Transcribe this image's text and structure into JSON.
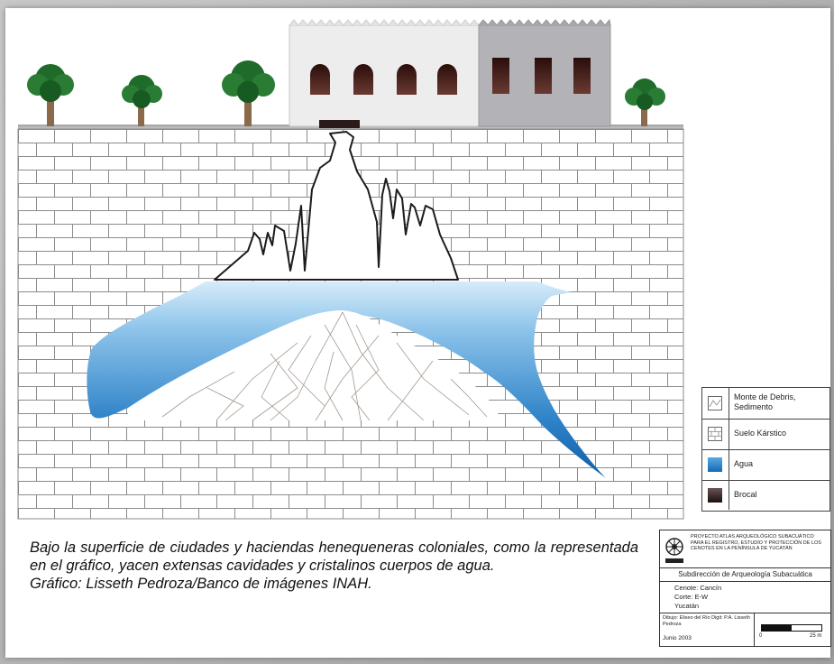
{
  "legend": {
    "items": [
      {
        "label": "Monte de Debris, Sedimento",
        "swatch": "debris"
      },
      {
        "label": "Suelo Kárstico",
        "swatch": "karst"
      },
      {
        "label": "Agua",
        "swatch": "water",
        "color": "#1f7fc4"
      },
      {
        "label": "Brocal",
        "swatch": "brocal",
        "color": "#2a1a1a"
      }
    ]
  },
  "caption": {
    "main": "Bajo la superficie de ciudades y haciendas henequeneras coloniales, como la representada en el gráfico, yacen extensas cavidades y cristalinos cuerpos de agua.",
    "credit": "Gráfico: Lisseth Pedroza/Banco de imágenes INAH."
  },
  "title_block": {
    "project": "PROYECTO ATLAS ARQUEOLÓGICO SUBACUÁTICO PARA EL REGISTRO, ESTUDIO Y PROTECCIÓN DE LOS CENOTES EN LA PENÍNSULA DE YUCATÁN",
    "department": "Subdirección de Arqueología Subacuática",
    "cenote": "Cenote: Cancín",
    "corte": "Corte: E-W",
    "state": "Yucatán",
    "credits": "Dibujo: Eliseo del Río  Digit: P.A. Lisseth Pedroza",
    "date": "Junio 2003",
    "scale_start": "0",
    "scale_end": "25 m"
  },
  "colors": {
    "water_top": "#cfe6f7",
    "water_deep": "#1369b5",
    "tree_green": "#1f6b2a",
    "trunk": "#8a6a4b",
    "hacienda_wall": "#ececec",
    "hacienda_annex": "#b2b2b6",
    "brick_line": "#8b8b8b",
    "opening": "#3a1712"
  }
}
